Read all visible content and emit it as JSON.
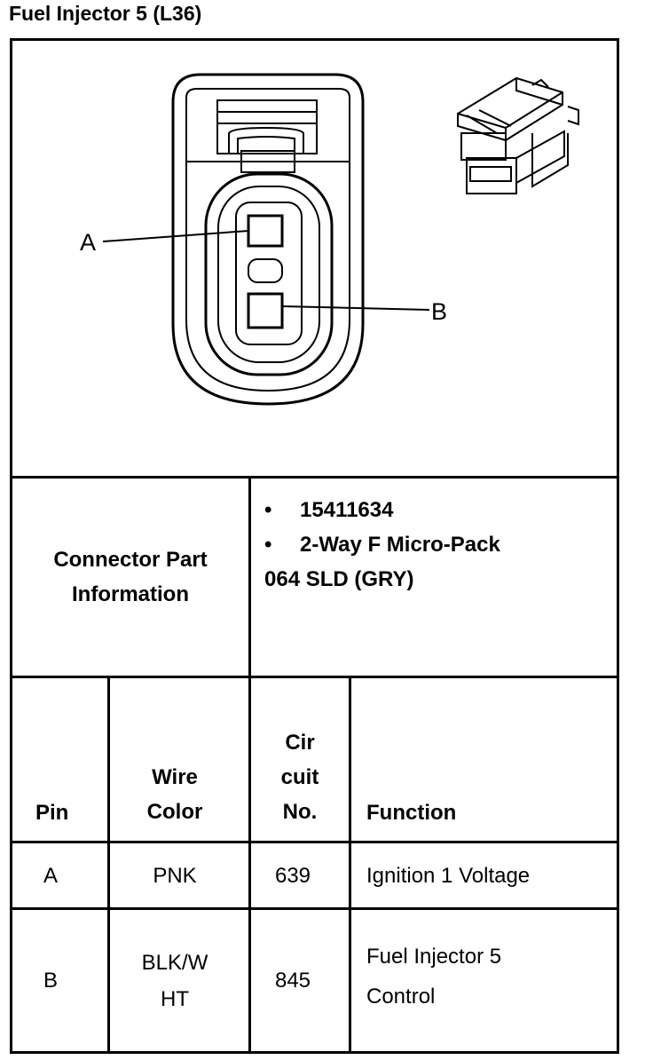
{
  "title": "Fuel Injector 5 (L36)",
  "diagram": {
    "pin_labels": [
      "A",
      "B"
    ]
  },
  "connector_info": {
    "label_line1": "Connector Part",
    "label_line2": "Information",
    "part_number": "15411634",
    "description": "2-Way F Micro-Pack",
    "series": "064 SLD (GRY)"
  },
  "pin_table": {
    "headers": {
      "pin": "Pin",
      "wire_color_line1": "Wire",
      "wire_color_line2": "Color",
      "circuit_line1": "Cir",
      "circuit_line2": "cuit",
      "circuit_line3": "No.",
      "function": "Function"
    },
    "rows": [
      {
        "pin": "A",
        "wire_line1": "PNK",
        "wire_line2": "",
        "circuit": "639",
        "function_line1": "Ignition 1 Voltage",
        "function_line2": ""
      },
      {
        "pin": "B",
        "wire_line1": "BLK/W",
        "wire_line2": "HT",
        "circuit": "845",
        "function_line1": "Fuel Injector 5",
        "function_line2": "Control"
      }
    ]
  }
}
